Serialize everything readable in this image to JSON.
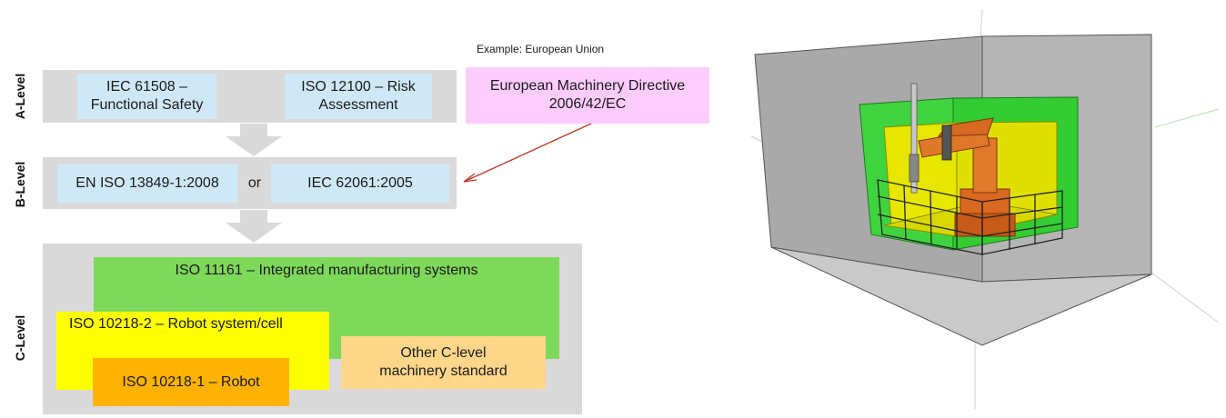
{
  "diagram": {
    "levels": {
      "a": "A-Level",
      "b": "B-Level",
      "c": "C-Level"
    },
    "a_level": {
      "box1": "IEC 61508 –\nFunctional Safety",
      "box2": "ISO 12100 – Risk\nAssessment"
    },
    "example_label": "Example: European Union",
    "eu_directive": "European Machinery Directive\n2006/42/EC",
    "b_level": {
      "box1": "EN ISO 13849-1:2008",
      "or": "or",
      "box2": "IEC 62061:2005"
    },
    "c_level": {
      "iso11161": "ISO 11161 – Integrated manufacturing systems",
      "iso10218_2": "ISO 10218-2 – Robot system/cell",
      "iso10218_1": "ISO 10218-1 – Robot",
      "other": "Other C-level\nmachinery standard"
    }
  },
  "colors": {
    "band": "#d9d9d9",
    "blue_box": "#cfe8f8",
    "pink_box": "#ffccff",
    "green_box": "#7ed85a",
    "yellow_box": "#ffff00",
    "orange_box": "#ffb300",
    "tan_box": "#ffd68a",
    "red_arrow": "#c0392b"
  },
  "illustration": {
    "subject": "robot-cell-safety-zones",
    "zones": [
      "green-outer-zone",
      "yellow-inner-zone"
    ]
  }
}
